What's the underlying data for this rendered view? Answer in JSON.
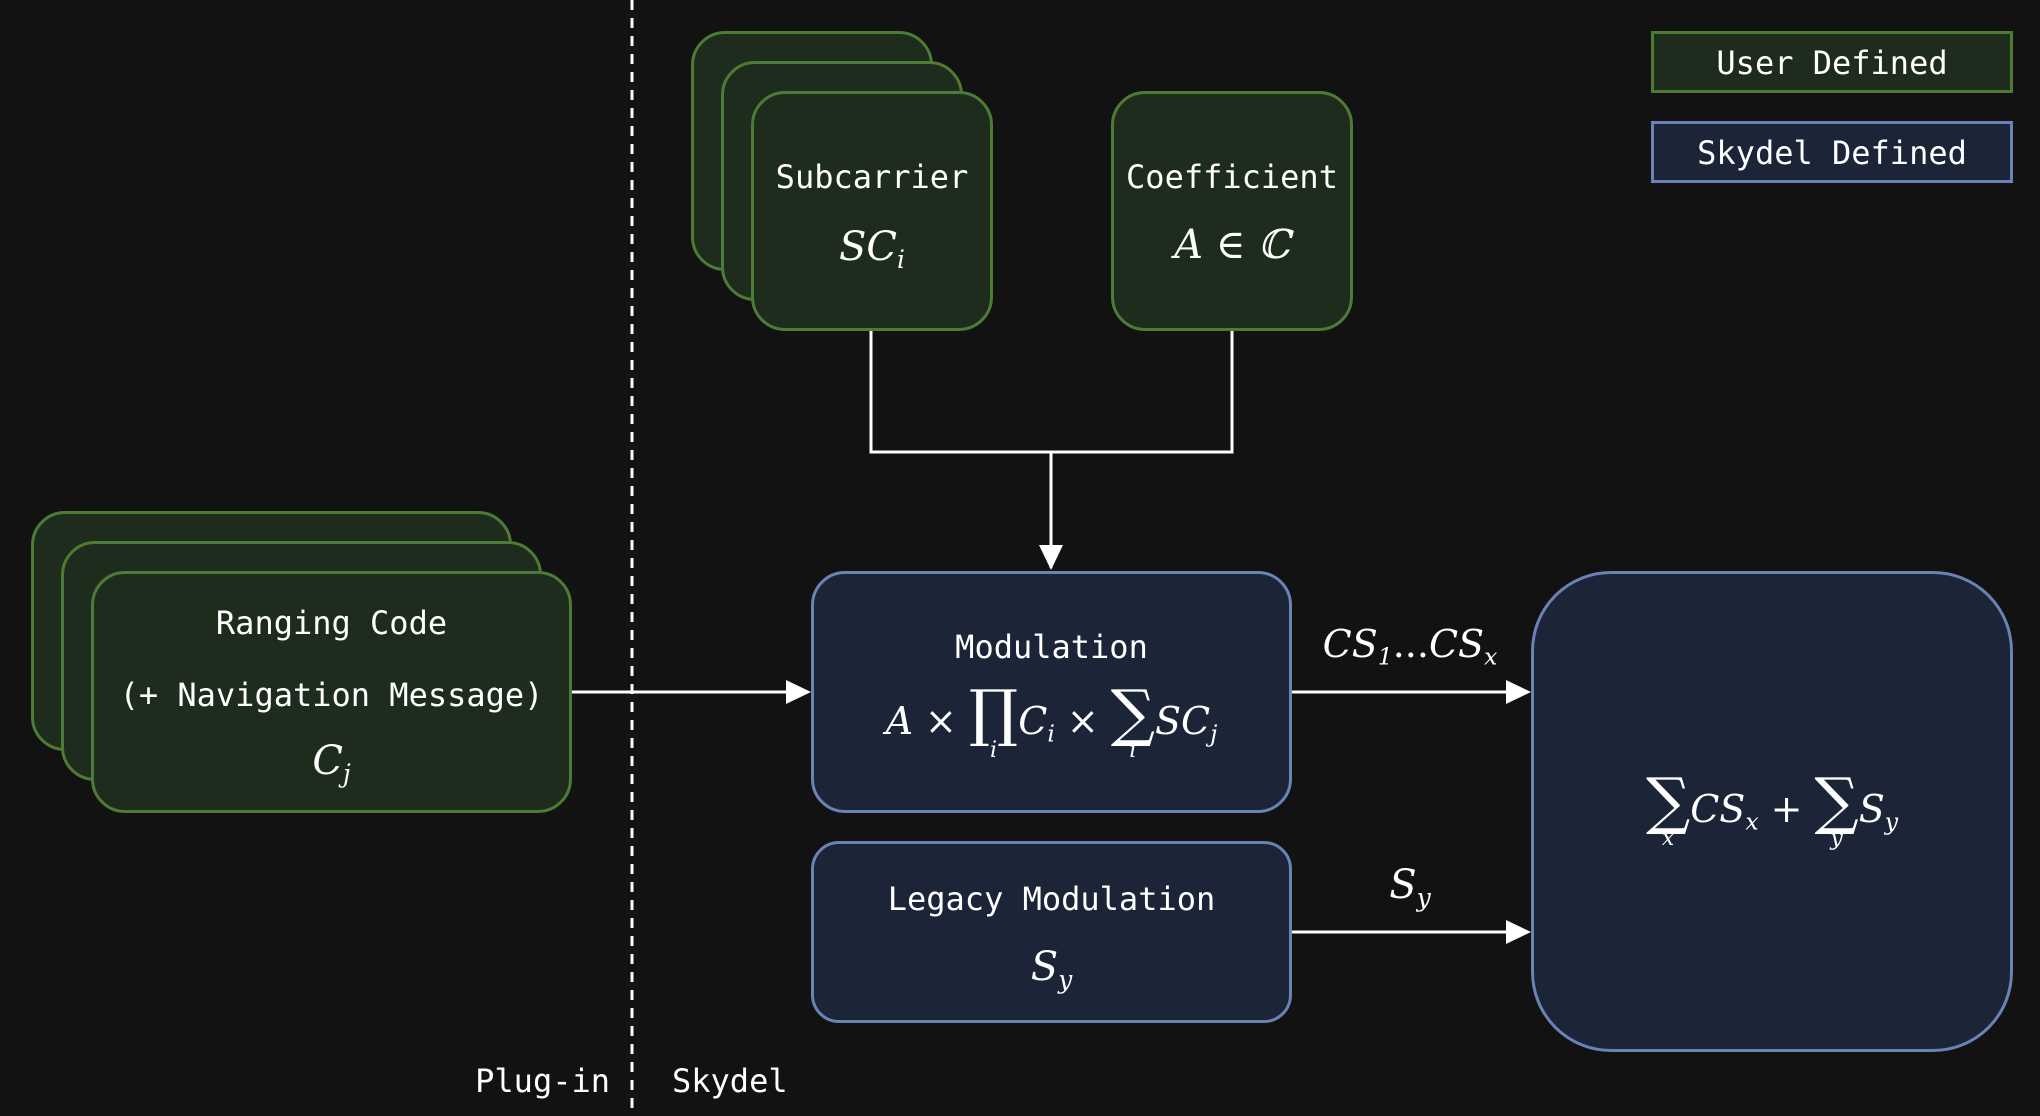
{
  "legend": {
    "user_defined": "User Defined",
    "skydel_defined": "Skydel Defined"
  },
  "subcarrier": {
    "title": "Subcarrier",
    "symbol": "SC",
    "subscript": "i"
  },
  "coefficient": {
    "title": "Coefficient",
    "formula": "A ∈ ℂ"
  },
  "ranging_code": {
    "line1": "Ranging Code",
    "line2": "(+ Navigation Message)",
    "symbol": "C",
    "subscript": "j"
  },
  "modulation": {
    "title": "Modulation",
    "coef": "A",
    "times": "×",
    "prod_op": "∏",
    "prod_index": "i",
    "c_symbol": "C",
    "c_sub": "i",
    "sum_op": "∑",
    "sum_index": "i",
    "sc_symbol": "SC",
    "sc_sub": "j"
  },
  "legacy_modulation": {
    "title": "Legacy Modulation",
    "symbol": "S",
    "subscript": "y"
  },
  "arrows": {
    "cs_label_a": "CS",
    "cs_label_a_sub": "1",
    "cs_dots": "...",
    "cs_label_b": "CS",
    "cs_label_b_sub": "x",
    "sy_label": "S",
    "sy_label_sub": "y"
  },
  "result": {
    "sum_op": "∑",
    "sum1_index": "x",
    "term1": "CS",
    "term1_sub": "x",
    "plus": "+",
    "sum2_index": "y",
    "term2": "S",
    "term2_sub": "y"
  },
  "regions": {
    "left": "Plug-in",
    "right": "Skydel"
  },
  "colors": {
    "background": "#121212",
    "user_fill": "#1e2c1d",
    "user_border": "#4d7a35",
    "skydel_fill": "#1c2538",
    "skydel_border": "#6883b4",
    "line": "#ffffff"
  }
}
